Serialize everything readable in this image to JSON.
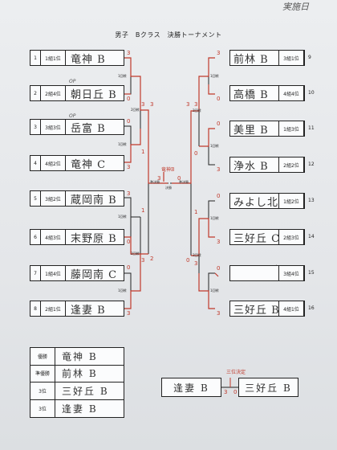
{
  "title": "男子　Bクラス　決勝トーナメント",
  "corner_note": "実施日",
  "left_teams": [
    {
      "num": "1",
      "rank": "1組1位",
      "name": "竜神 B"
    },
    {
      "num": "2",
      "rank": "2組4位",
      "name": "朝日丘 B"
    },
    {
      "num": "3",
      "rank": "3組3位",
      "name": "岳富 B"
    },
    {
      "num": "4",
      "rank": "4組2位",
      "name": "竜神 C"
    },
    {
      "num": "5",
      "rank": "3組2位",
      "name": "蔵岡南 B"
    },
    {
      "num": "6",
      "rank": "4組3位",
      "name": "末野原 B"
    },
    {
      "num": "7",
      "rank": "1組4位",
      "name": "藤岡南 C"
    },
    {
      "num": "8",
      "rank": "2組1位",
      "name": "逢妻 B"
    }
  ],
  "right_teams": [
    {
      "num": "9",
      "rank": "3組1位",
      "name": "前林 B"
    },
    {
      "num": "10",
      "rank": "4組4位",
      "name": "高橋 B"
    },
    {
      "num": "11",
      "rank": "1組3位",
      "name": "美里 B"
    },
    {
      "num": "12",
      "rank": "2組2位",
      "name": "浄水 B"
    },
    {
      "num": "13",
      "rank": "1組2位",
      "name": "みよし北 B"
    },
    {
      "num": "14",
      "rank": "2組3位",
      "name": "三好丘 C"
    },
    {
      "num": "15",
      "rank": "3組4位",
      "name": ""
    },
    {
      "num": "16",
      "rank": "4組1位",
      "name": "三好丘 B"
    }
  ],
  "op_marks": {
    "left2": "OP",
    "left3": "OP"
  },
  "champion_note": "竜神B",
  "third_place_note": "三位決定",
  "results": [
    {
      "label": "優勝",
      "value": "竜神 B"
    },
    {
      "label": "準優勝",
      "value": "前林 B"
    },
    {
      "label": "3位",
      "value": "三好丘 B"
    },
    {
      "label": "3位",
      "value": "逢妻 B"
    }
  ],
  "third_place_match": {
    "left": "逢妻 B",
    "right": "三好丘 B",
    "left_score": "3",
    "right_score": "0"
  },
  "court_labels": {
    "l1": "1回戦",
    "l2": "1回戦",
    "l3": "1回戦",
    "l4": "1回戦",
    "l12": "2回戦",
    "l34": "2回戦",
    "semi_left": "準決勝",
    "final": "決勝",
    "semi_right": "準決勝",
    "r12": "2回戦",
    "r34": "2回戦",
    "r1": "1回戦",
    "r2": "1回戦",
    "r3": "1回戦",
    "r4": "1回戦"
  },
  "scores": {
    "l_r1_m1_top": "3",
    "l_r1_m1_bot": "0",
    "l_r1_m2_top": "0",
    "l_r1_m2_bot": "3",
    "l_r1_m3_top": "3",
    "l_r1_m3_bot": "0",
    "l_r1_m4_top": "0",
    "l_r1_m4_bot": "3",
    "l_r2_top": "3",
    "l_r2_bot": "1",
    "l_r2b_top": "1",
    "l_r2b_bot": "3",
    "l_semi_top": "3",
    "l_semi_bot": "2",
    "final_left": "3",
    "final_right": "0",
    "r_r1_m1_top": "3",
    "r_r1_m1_bot": "0",
    "r_r1_m2_top": "0",
    "r_r1_m2_bot": "3",
    "r_r1_m3_top": "0",
    "r_r1_m3_bot": "3",
    "r_r1_m4_top": "0",
    "r_r1_m4_bot": "3",
    "r_r2_top": "3",
    "r_r2_bot": "0",
    "r_r2b_top": "1",
    "r_r2b_bot": "3",
    "r_semi_top": "3",
    "r_semi_bot": "0"
  }
}
